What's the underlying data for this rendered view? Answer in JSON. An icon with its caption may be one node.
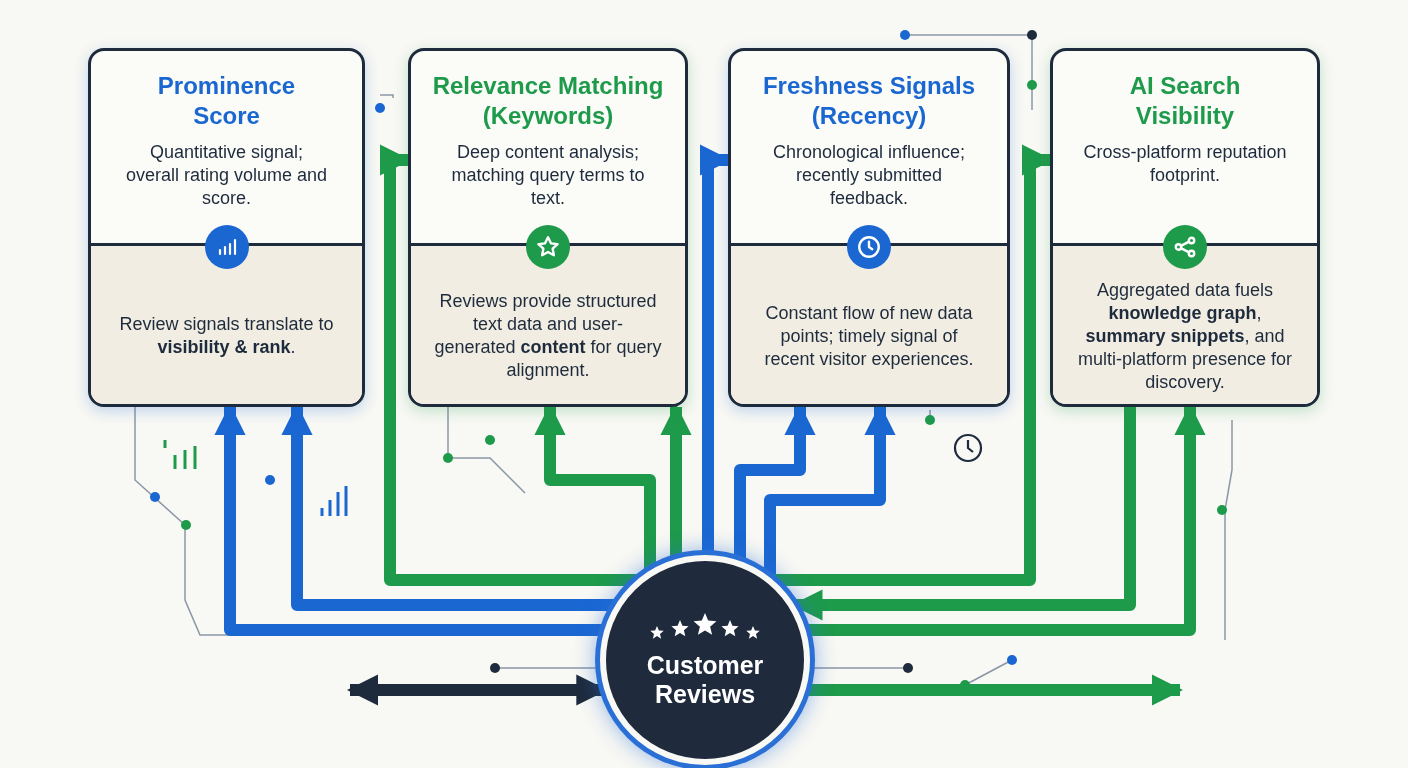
{
  "diagram": {
    "nodes": [
      {
        "text": [
          "Prominence Score",
          "Quantitative signal; overall rating volume and score.",
          "Review signals translate to **visibility & rank**."
        ]
      },
      {
        "text": [
          "Relevance Matching (Keywords)",
          "Deep content analysis; matching query terms to text.",
          "Reviews provide structured text data and user-generated **content** for query alignment."
        ]
      },
      {
        "text": [
          "Freshness Signals (Recency)",
          "Chronological influence; recently submitted feedback.",
          "Constant flow of new data points; timely signal of recent visitor experiences."
        ]
      },
      {
        "text": [
          "AI Search Visibility",
          "Cross-platform reputation footprint.",
          "Aggregated data fuels **knowledge graph**, **summary snippets**, and multi-platform presence for discovery."
        ]
      },
      {
        "text": [
          "Customer Reviews"
        ]
      }
    ],
    "edges": [
      {
        "from": 4,
        "to": 0,
        "arrow": "to",
        "color": "#1a67d2"
      },
      {
        "from": 4,
        "to": 0,
        "arrow": "to",
        "color": "#1a67d2"
      },
      {
        "from": 4,
        "to": 1,
        "arrow": "to"
      },
      {
        "from": 4,
        "to": 1,
        "arrow": "to"
      },
      {
        "from": 4,
        "to": 1,
        "arrow": "to"
      },
      {
        "from": 4,
        "to": 2,
        "arrow": "to",
        "color": "#1a67d2"
      },
      {
        "from": 4,
        "to": 2,
        "arrow": "to",
        "color": "#1a67d2"
      },
      {
        "from": 4,
        "to": 2,
        "arrow": "to",
        "color": "#1a67d2"
      },
      {
        "from": 4,
        "to": 3,
        "arrow": "to"
      },
      {
        "from": 3,
        "to": 4,
        "arrow": "to"
      },
      {
        "from": 4,
        "to": 3,
        "arrow": "to"
      },
      {
        "from": 4,
        "to": null,
        "arrow": "to"
      },
      {
        "from": null,
        "to": 4,
        "arrow": "both",
        "color": "#1e2b3c"
      }
    ]
  }
}
